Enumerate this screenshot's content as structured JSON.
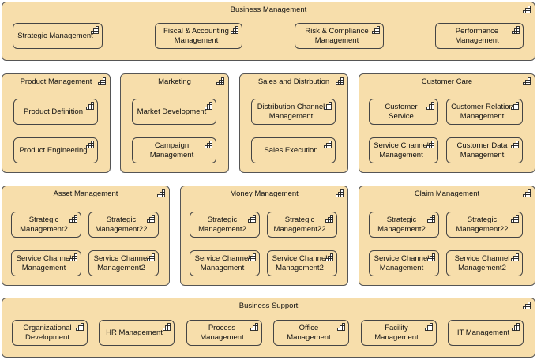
{
  "icon": "capability-icon",
  "groups": {
    "business_management": {
      "title": "Business Management",
      "capabilities": [
        "Strategic Management",
        "Fiscal & Accounting Management",
        "Risk & Compliance Management",
        "Performance Management"
      ]
    },
    "product_management": {
      "title": "Product Management",
      "capabilities": [
        "Product Definition",
        "Product Engineering"
      ]
    },
    "marketing": {
      "title": "Marketing",
      "capabilities": [
        "Market Development",
        "Campaign Management"
      ]
    },
    "sales_and_distribution": {
      "title": "Sales and Distrbution",
      "capabilities": [
        "Distribution Channel Management",
        "Sales Execution"
      ]
    },
    "customer_care": {
      "title": "Customer Care",
      "capabilities": [
        "Customer Service",
        "Customer Relation Management",
        "Service Channel Management",
        "Customer Data Management"
      ]
    },
    "asset_management": {
      "title": "Asset Management",
      "capabilities": [
        "Strategic Management2",
        "Strategic Management22",
        "Service Channel Management",
        "Service Channel Management2"
      ]
    },
    "money_management": {
      "title": "Money Management",
      "capabilities": [
        "Strategic Management2",
        "Strategic Management22",
        "Service Channel Management",
        "Service Channel Management2"
      ]
    },
    "claim_management": {
      "title": "Claim Management",
      "capabilities": [
        "Strategic Management2",
        "Strategic Management22",
        "Service Channel Management",
        "Service Channel Management2"
      ]
    },
    "business_support": {
      "title": "Business Support",
      "capabilities": [
        "Organizational Development",
        "HR Management",
        "Process Management",
        "Office Management",
        "Facility Management",
        "IT Management"
      ]
    }
  }
}
